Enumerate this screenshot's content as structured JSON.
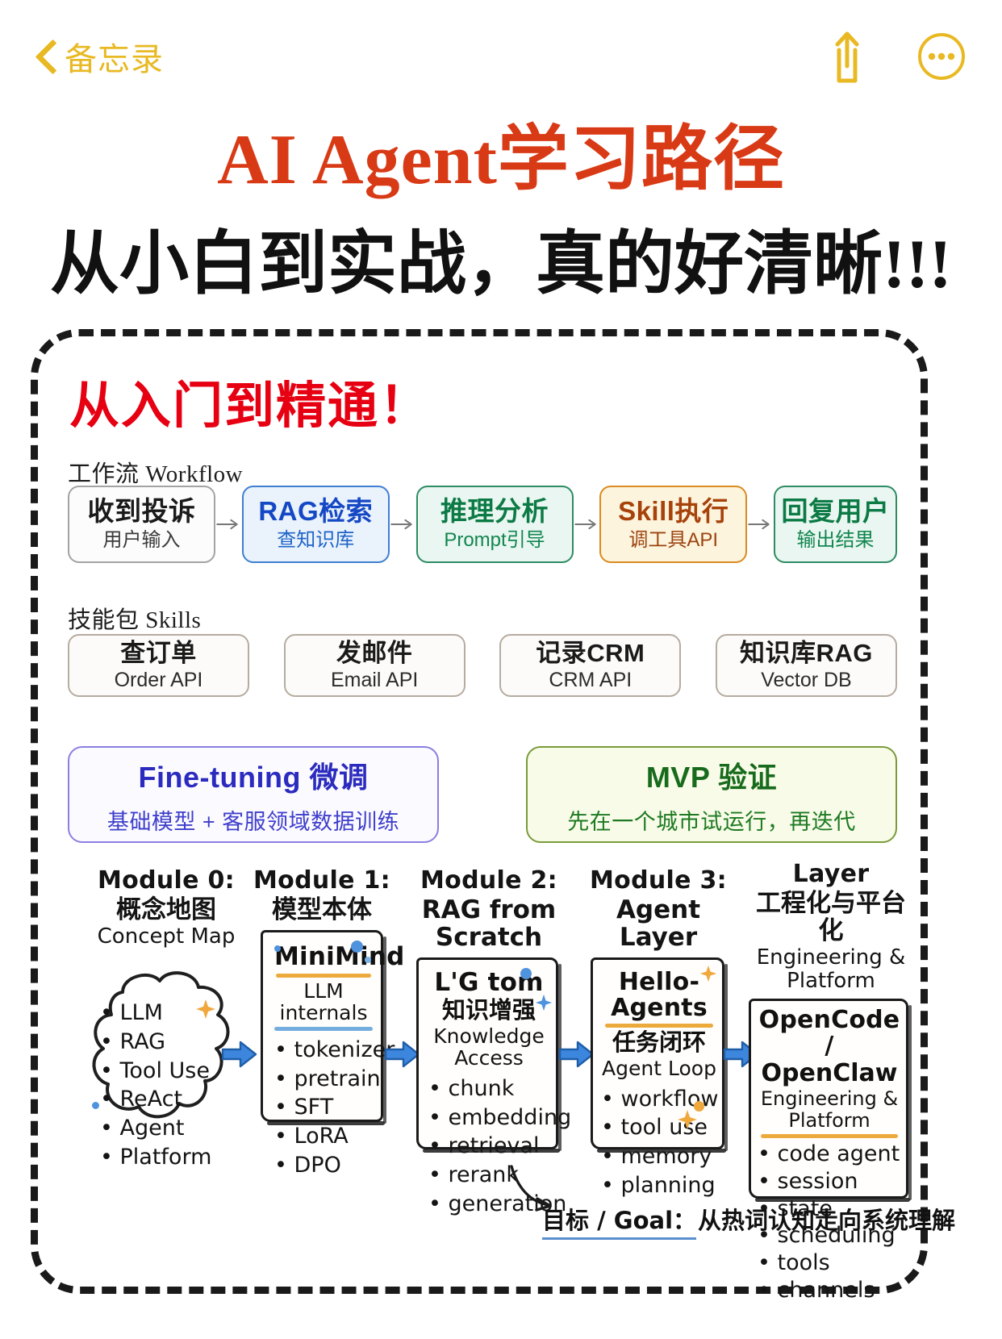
{
  "navbar": {
    "back_label": "备忘录",
    "back_icon": "chevron-left-icon",
    "share_icon": "share-icon",
    "more_icon": "more-ellipsis-icon"
  },
  "headings": {
    "title": "AI Agent学习路径",
    "subtitle": "从小白到实战，真的好清晰!!!",
    "frame_heading": "从入门到精通！"
  },
  "colors": {
    "accent_gold": "#e8b923",
    "title_red": "#d93a16",
    "heading_red": "#e60012",
    "blue": "#1548c4",
    "green": "#0c7a45",
    "orange": "#a6420a",
    "purple": "#2b2bbf",
    "olive": "#186b1c"
  },
  "sections": {
    "workflow_label": "工作流 Workflow",
    "skills_label": "技能包 Skills"
  },
  "workflow": [
    {
      "title": "收到投诉",
      "sub": "用户输入"
    },
    {
      "title": "RAG检索",
      "sub": "查知识库"
    },
    {
      "title": "推理分析",
      "sub": "Prompt引导"
    },
    {
      "title": "Skill执行",
      "sub": "调工具API"
    },
    {
      "title": "回复用户",
      "sub": "输出结果"
    }
  ],
  "skills": [
    {
      "title": "查订单",
      "sub": "Order API"
    },
    {
      "title": "发邮件",
      "sub": "Email API"
    },
    {
      "title": "记录CRM",
      "sub": "CRM API"
    },
    {
      "title": "知识库RAG",
      "sub": "Vector DB"
    }
  ],
  "wide_cards": [
    {
      "title": "Fine-tuning 微调",
      "sub": "基础模型 + 客服领域数据训练"
    },
    {
      "title": "MVP 验证",
      "sub": "先在一个城市试运行，再迭代"
    }
  ],
  "modules": [
    {
      "head_line1": "Module 0:",
      "head_line2": "概念地图",
      "head_line3": "Concept Map",
      "card_title": "",
      "card_title_cn": "",
      "card_sub": "",
      "bullets": [
        "• LLM",
        "• RAG",
        "• Tool Use",
        "• ReAct",
        "• Agent",
        "• Platform"
      ]
    },
    {
      "head_line1": "Module 1:",
      "head_line2": "模型本体",
      "head_line3": "",
      "card_title": "MiniMind",
      "card_title_cn": "",
      "card_sub": "LLM internals",
      "bullets": [
        "• tokenizer",
        "• pretrain",
        "• SFT",
        "• LoRA",
        "• DPO"
      ]
    },
    {
      "head_line1": "Module 2:",
      "head_line2": "RAG from Scratch",
      "head_line3": "",
      "card_title": "L'G tom",
      "card_title_cn": "知识增强",
      "card_sub": "Knowledge Access",
      "bullets": [
        "• chunk",
        "• embedding",
        "• retrieval",
        "• rerank",
        "• generation"
      ]
    },
    {
      "head_line1": "Module 3:",
      "head_line2": "Agent Layer",
      "head_line3": "",
      "card_title": "Hello-Agents",
      "card_title_cn": "任务闭环",
      "card_sub": "Agent Loop",
      "bullets": [
        "• workflow",
        "• tool use",
        "• memory",
        "• planning"
      ]
    },
    {
      "head_line1": "Layer",
      "head_line2": "工程化与平台化",
      "head_line3": "Engineering & Platform",
      "card_title": "OpenCode /",
      "card_title_cn": "OpenClaw",
      "card_sub": "Engineering & Platform",
      "bullets": [
        "• code agent",
        "• session",
        "• state",
        "• scheduling",
        "• tools",
        "• channels"
      ]
    }
  ],
  "goal": {
    "label": "目标 / Goal：",
    "text": "从热词认知走向系统理解"
  }
}
